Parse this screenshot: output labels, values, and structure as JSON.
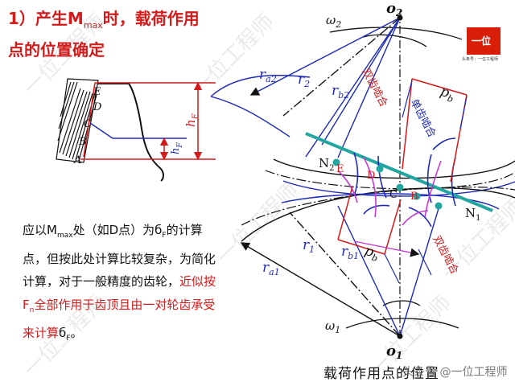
{
  "title": {
    "line1_prefix": "1）产生M",
    "line1_sub": "max",
    "line1_suffix": "时，载荷作用",
    "line2": "点的位置确定"
  },
  "explain": {
    "p1": "应以M",
    "p1_sub": "max",
    "p2": "处（如D点）为б",
    "p2_sub": "F",
    "p3": "的计算点，但按此处计算比较复杂，为简化计算，对于一般精度的齿轮，",
    "p4": "近似按F",
    "p4_sub": "n",
    "p5": "全部作用于齿顶且由一对轮齿承受来计算",
    "p6": "б",
    "p6_sub": "F",
    "p7": "。"
  },
  "caption": "载荷作用点的位置",
  "watermark": "头条号 @一位工程师",
  "brand": {
    "mark": "一位",
    "small": "头条号：一位工程师"
  },
  "tooth_labels": {
    "E": "E",
    "D": "D",
    "C": "C",
    "B": "B",
    "A": "A",
    "hF": "h",
    "hF_sub": "F",
    "hF2": "h",
    "hF2_sub": "F"
  },
  "mesh_labels": {
    "o2": "o",
    "o2_sub": "2",
    "o1": "o",
    "o1_sub": "1",
    "w2": "ω",
    "w2_sub": "2",
    "w1": "ω",
    "w1_sub": "1",
    "ra2": "r",
    "ra2_sub": "a2",
    "r2": "r",
    "r2_sub": "2",
    "rb2": "r",
    "rb2_sub": "b2",
    "ra1": "r",
    "ra1_sub": "a1",
    "r1": "r",
    "r1_sub": "1",
    "rb1": "r",
    "rb1_sub": "b1",
    "N1": "N",
    "N1_sub": "1",
    "N2": "N",
    "N2_sub": "2",
    "pb_top": "p",
    "pb_top_sub": "b",
    "pb_bot": "p",
    "pb_bot_sub": "b",
    "double_top": "双齿啮合",
    "single": "单齿啮合",
    "double_bot": "双齿啮合",
    "E": "E",
    "D": "D",
    "C": "C",
    "B": "B"
  },
  "colors": {
    "red": "#d41a1a",
    "blue": "#1d2bb8",
    "teal": "#23a6a0",
    "magenta": "#c43bd2",
    "black": "#111111"
  },
  "watermark_text": "一位工程师"
}
